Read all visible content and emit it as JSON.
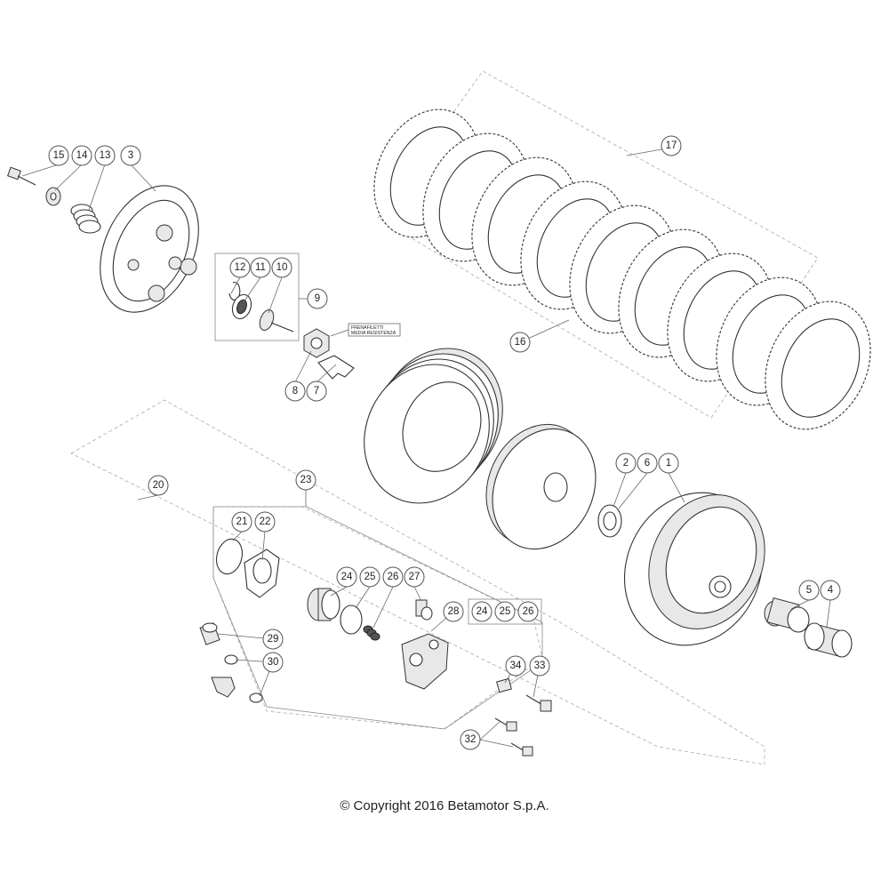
{
  "callouts": [
    {
      "label": "1"
    },
    {
      "label": "2"
    },
    {
      "label": "3"
    },
    {
      "label": "4"
    },
    {
      "label": "5"
    },
    {
      "label": "6"
    },
    {
      "label": "7"
    },
    {
      "label": "8"
    },
    {
      "label": "9"
    },
    {
      "label": "10"
    },
    {
      "label": "11"
    },
    {
      "label": "12"
    },
    {
      "label": "13"
    },
    {
      "label": "14"
    },
    {
      "label": "15"
    },
    {
      "label": "16"
    },
    {
      "label": "17"
    },
    {
      "label": "20"
    },
    {
      "label": "21"
    },
    {
      "label": "22"
    },
    {
      "label": "23"
    },
    {
      "label": "24"
    },
    {
      "label": "25"
    },
    {
      "label": "26"
    },
    {
      "label": "27"
    },
    {
      "label": "28"
    },
    {
      "label": "24"
    },
    {
      "label": "25"
    },
    {
      "label": "26"
    },
    {
      "label": "29"
    },
    {
      "label": "30"
    },
    {
      "label": "32"
    },
    {
      "label": "33"
    },
    {
      "label": "34"
    }
  ],
  "note": {
    "line1": "FRENAFILETTI",
    "line2": "MEDIA RESISTENZA"
  },
  "copyright": "© Copyright 2016 Betamotor S.p.A."
}
